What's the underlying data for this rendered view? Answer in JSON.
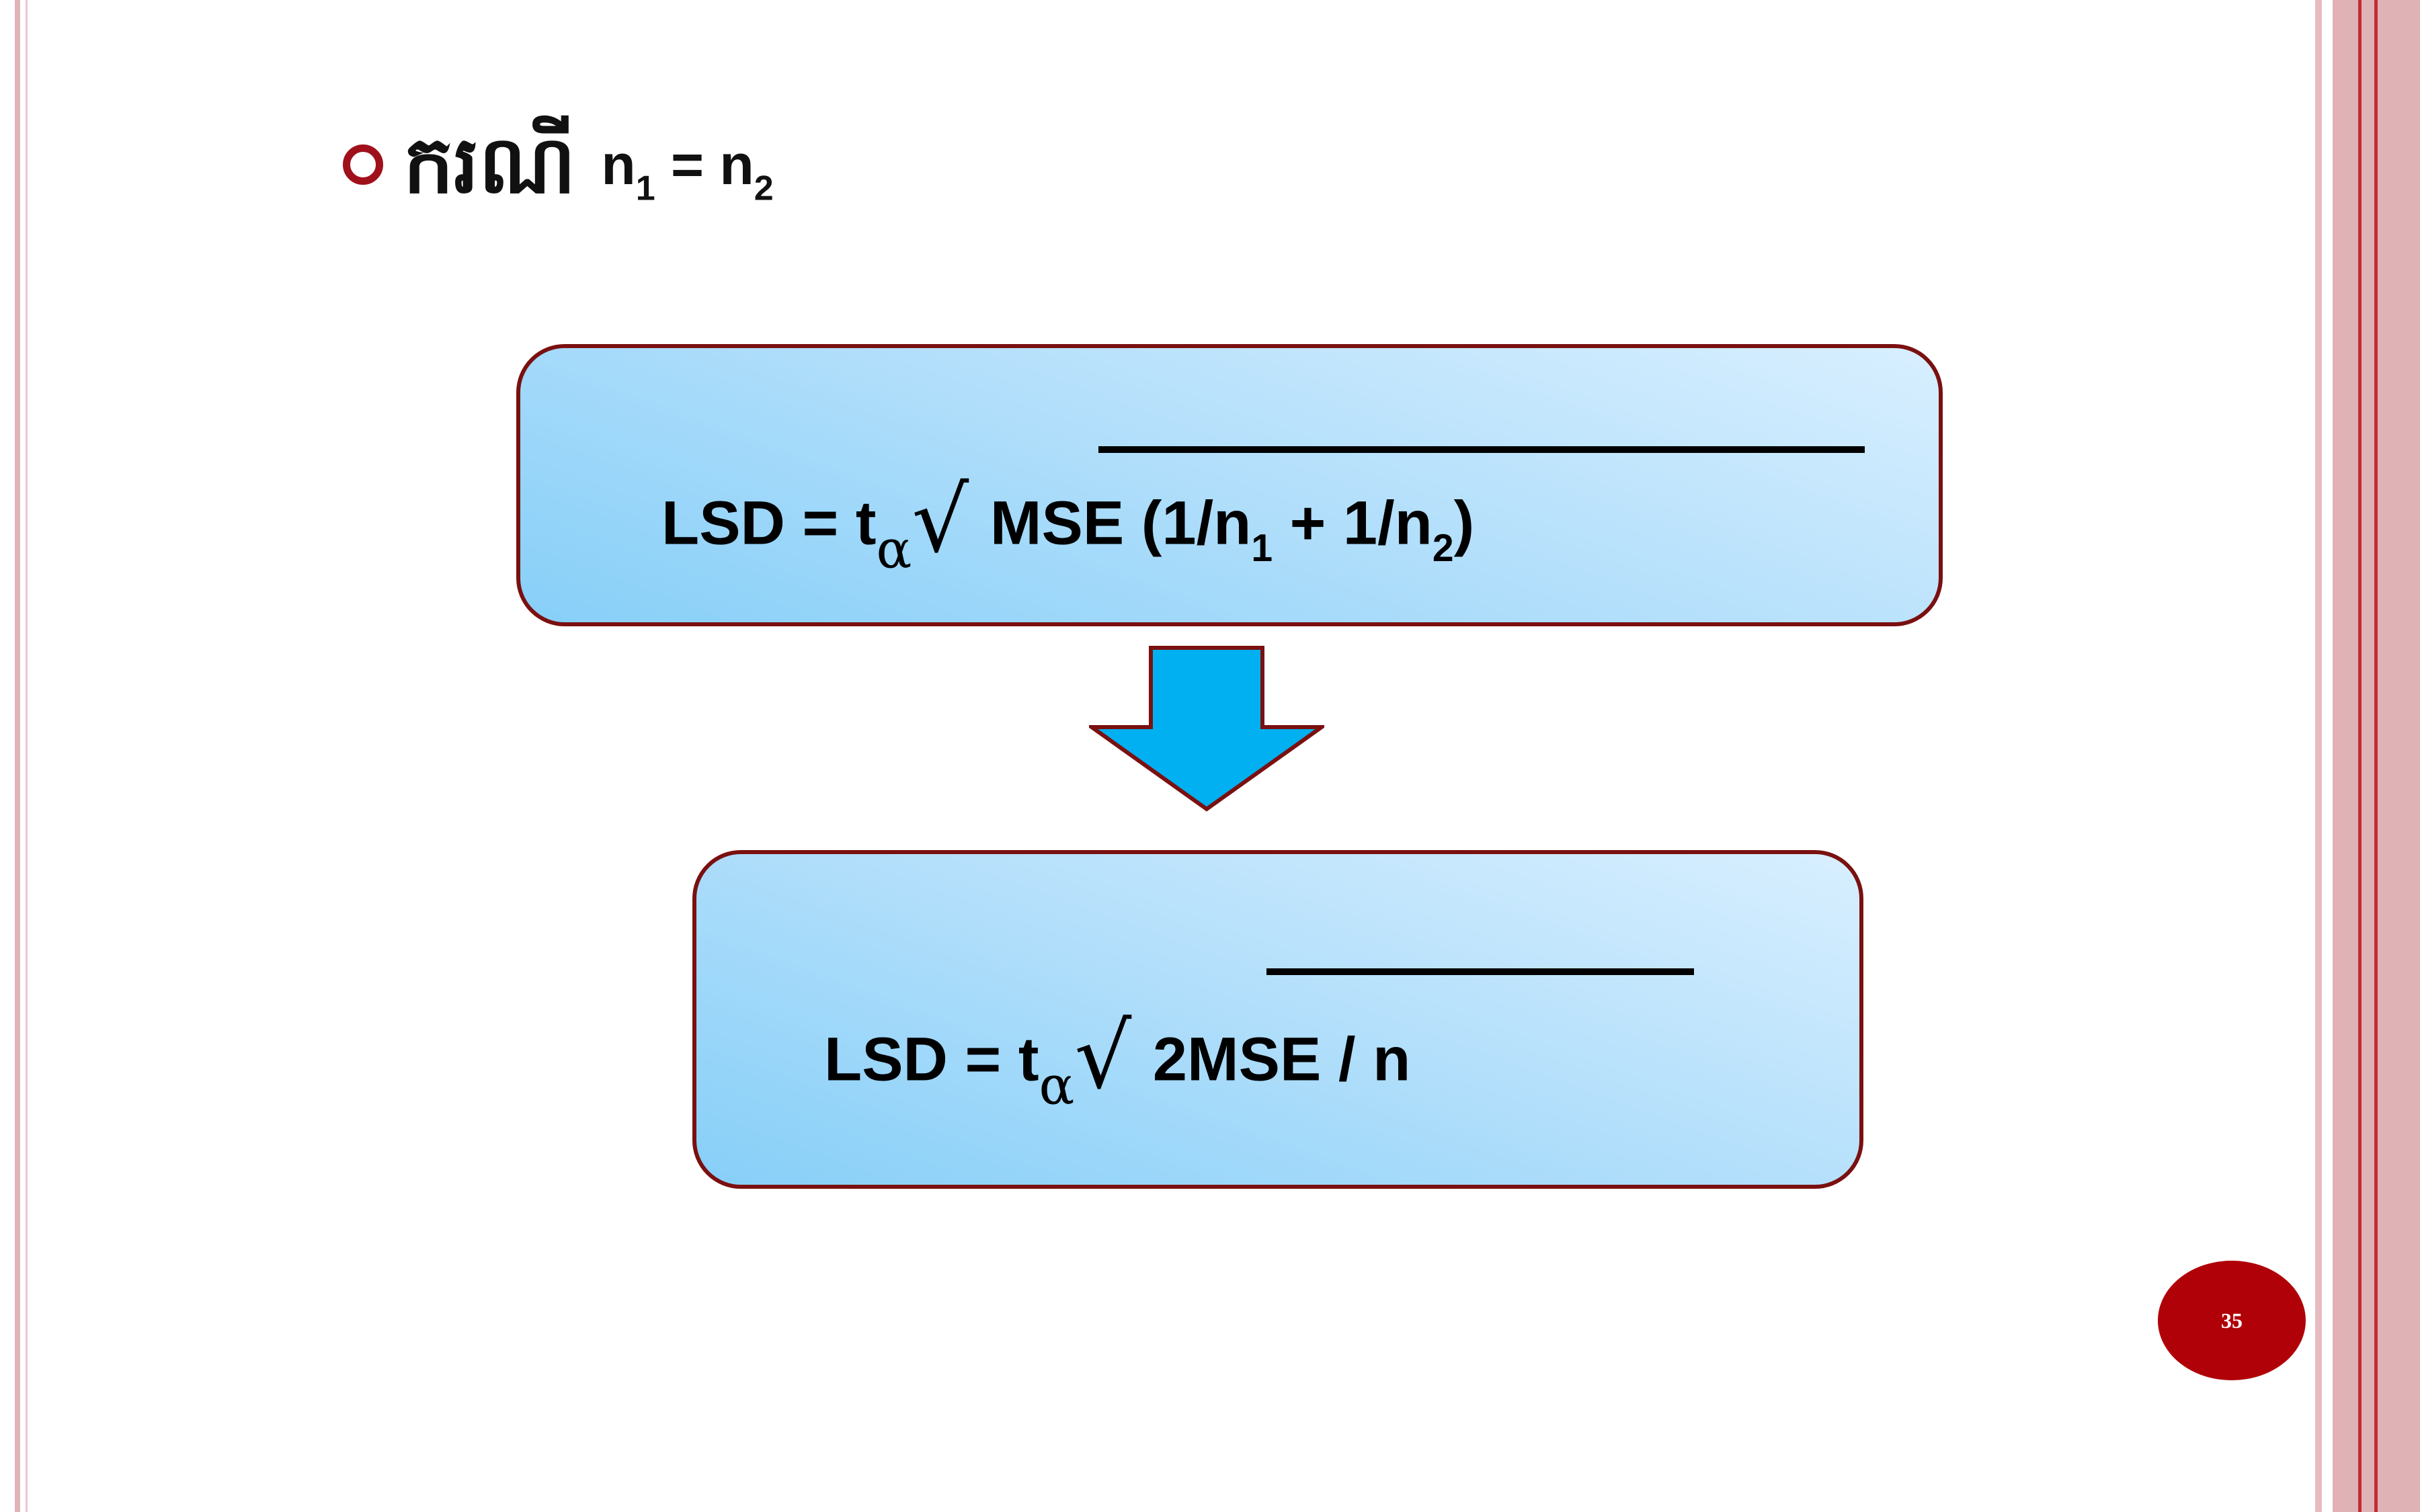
{
  "heading": {
    "khmer": "ករណី",
    "math": {
      "n": "n",
      "sub1": "1",
      "eq": " = ",
      "sub2": "2"
    }
  },
  "formula_general": {
    "lhs": "LSD = t",
    "alpha": "α",
    "radical": "√",
    "body_start": " MSE (1/n",
    "sub1": "1",
    "mid": " + 1/n",
    "sub2": "2",
    "end": ")"
  },
  "formula_equal": {
    "lhs": "LSD = t",
    "alpha": "α",
    "radical": "√",
    "body": " 2MSE / n"
  },
  "page_number": "35",
  "colors": {
    "accent": "#a0101a",
    "box_border": "#7a1010",
    "box_fill_light": "#d8efff",
    "box_fill_dark": "#87cff8",
    "arrow_fill": "#00b0f0",
    "page_badge": "#b00008",
    "border_pink": "#e2b4b8"
  },
  "icons": {
    "bullet": "hollow-circle-bullet",
    "arrow": "down-arrow"
  }
}
